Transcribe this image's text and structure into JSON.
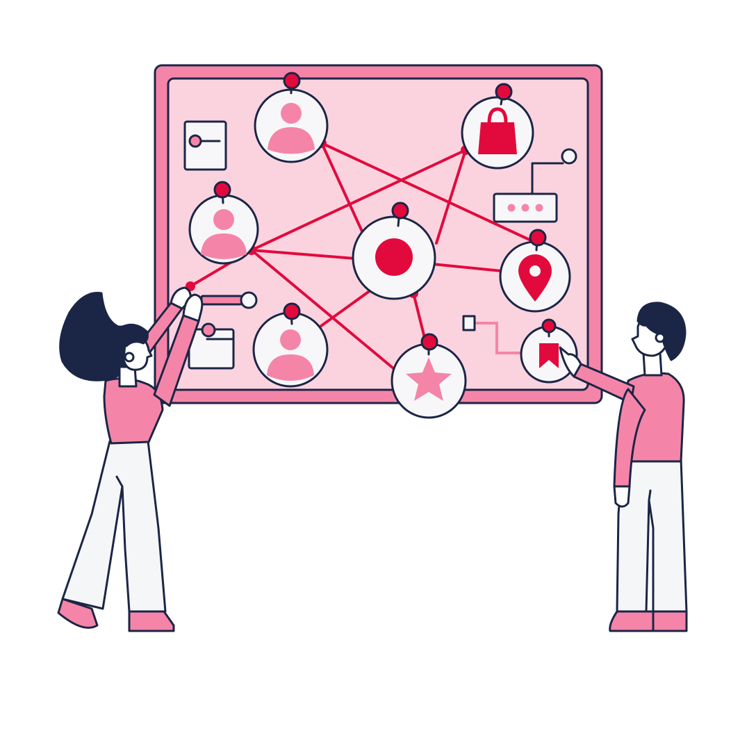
{
  "colors": {
    "board_frame": "#f585a8",
    "board_surface": "#fbd3df",
    "pin": "#e20a3c",
    "link_line": "#e20a3c",
    "node_fill": "#f7f7f9",
    "avatar_pink": "#f585a8",
    "outline": "#1b2546",
    "hair": "#1b2546",
    "shirt": "#f585a8",
    "pants": "#f5f6f8",
    "skin": "#ffffff"
  },
  "board": {
    "nodes": [
      {
        "name": "node-user-top",
        "icon": "user-icon"
      },
      {
        "name": "node-shopping-bag",
        "icon": "shopping-bag-icon"
      },
      {
        "name": "node-user-left",
        "icon": "user-icon"
      },
      {
        "name": "node-center",
        "icon": "record-dot-icon"
      },
      {
        "name": "node-location",
        "icon": "location-pin-icon"
      },
      {
        "name": "node-user-bottom",
        "icon": "user-icon"
      },
      {
        "name": "node-star",
        "icon": "star-icon"
      },
      {
        "name": "node-bookmark",
        "icon": "bookmark-icon"
      }
    ],
    "side_widgets": [
      "toggle-card-icon",
      "dots-panel-icon",
      "input-card-icon",
      "connector-icon"
    ]
  },
  "people": [
    {
      "name": "woman-figure",
      "action": "pinning-thread"
    },
    {
      "name": "man-figure",
      "action": "pointing-at-board"
    }
  ]
}
